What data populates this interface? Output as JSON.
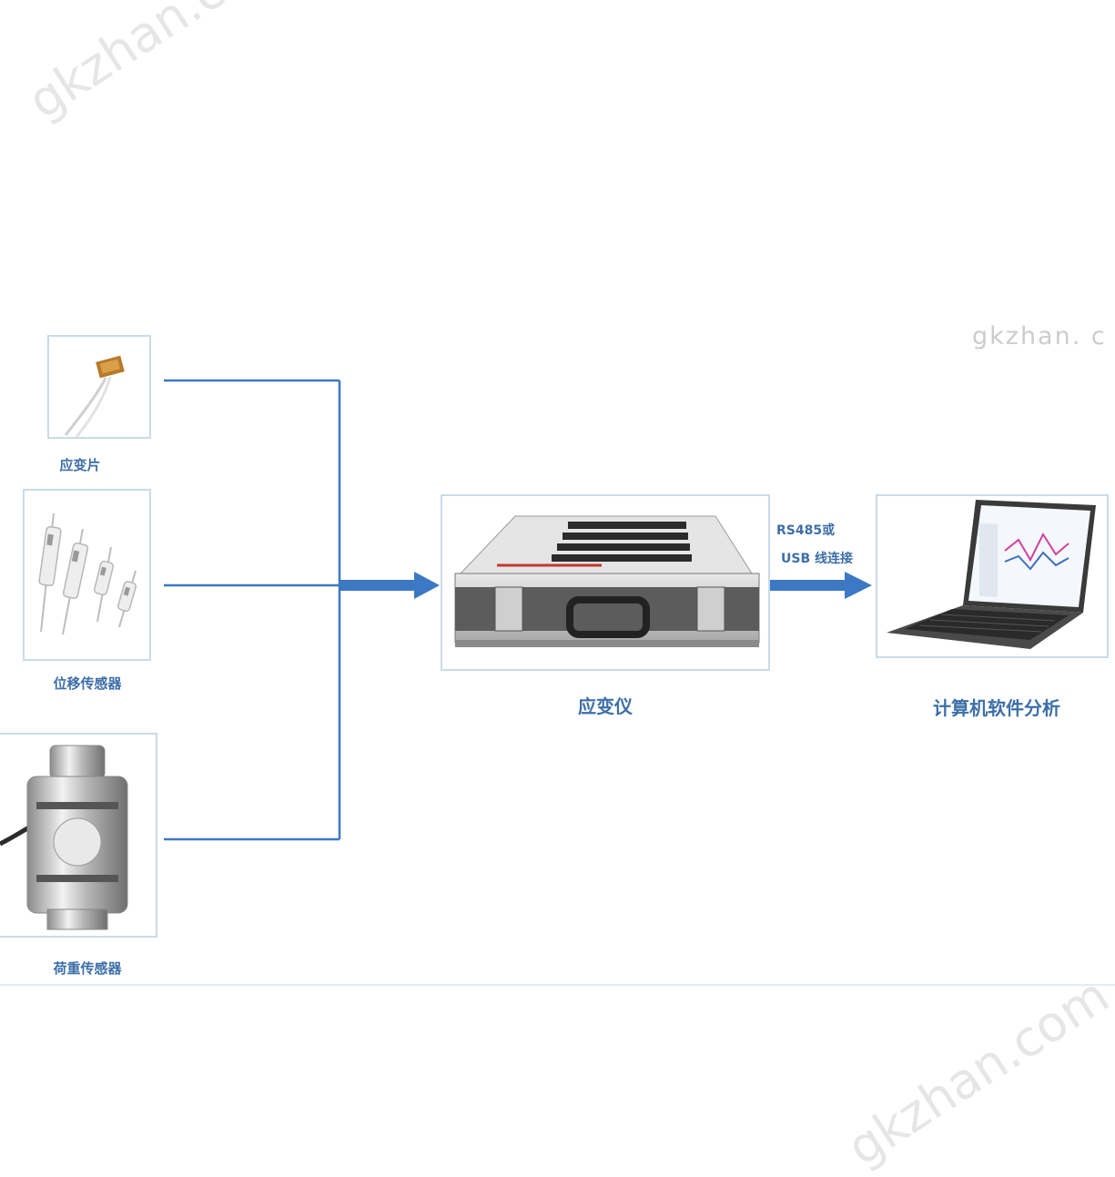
{
  "watermarks": {
    "top_left": "gkzhan.com",
    "right": "gkzhan. c",
    "bottom_right": "gkzhan.com"
  },
  "inputs": [
    {
      "label": "应变片",
      "image": "strain-gauge"
    },
    {
      "label": "位移传感器",
      "image": "displacement-sensors"
    },
    {
      "label": "荷重传感器",
      "image": "load-cell"
    }
  ],
  "center": {
    "label": "应变仪",
    "image": "strain-meter-case"
  },
  "link": {
    "line1": "RS485或",
    "line2": "USB 线连接"
  },
  "output": {
    "label": "计算机软件分析",
    "image": "laptop-software"
  },
  "colors": {
    "line": "#3d78c4",
    "label": "#3d6fa8",
    "frame": "#c9dbe8"
  }
}
